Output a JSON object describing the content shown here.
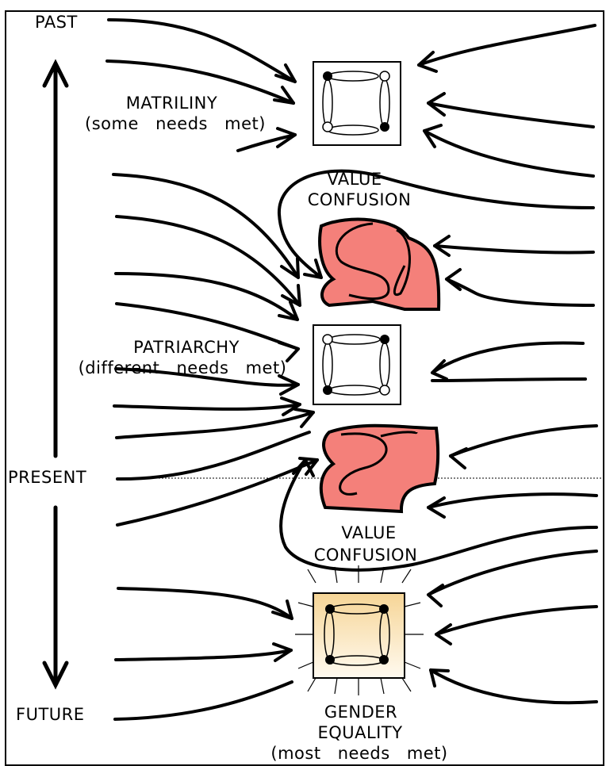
{
  "timeline": {
    "past": "PAST",
    "present": "PRESENT",
    "future": "FUTURE"
  },
  "stages": {
    "matriliny": {
      "title": "MATRILINY",
      "subtitle": "(some needs met)"
    },
    "patriarchy": {
      "title": "PATRIARCHY",
      "subtitle": "(different needs met)"
    },
    "equality": {
      "title_line1": "GENDER",
      "title_line2": "EQUALITY",
      "subtitle": "(most needs met)"
    }
  },
  "confusion_top": {
    "line1": "VALUE",
    "line2": "CONFUSION"
  },
  "confusion_bottom": {
    "line1": "VALUE",
    "line2": "CONFUSION"
  },
  "colors": {
    "confusion_fill": "#f4807a",
    "equality_fill_light": "#fffaf0",
    "equality_fill_dark": "#f6d596",
    "ink": "#000000"
  }
}
